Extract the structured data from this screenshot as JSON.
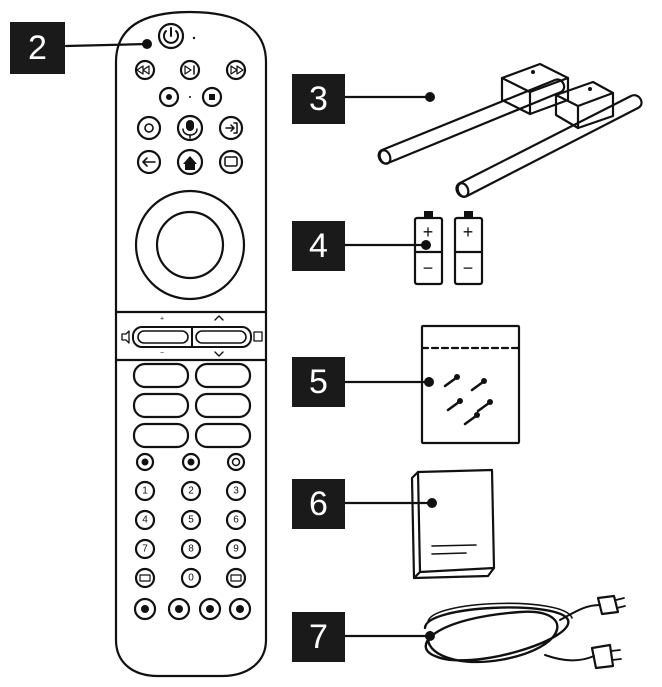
{
  "callouts": {
    "remote": "2",
    "stand": "3",
    "batteries": "4",
    "screws": "5",
    "manual": "6",
    "power_cord": "7"
  },
  "remote": {
    "number_keys": [
      "1",
      "2",
      "3",
      "4",
      "5",
      "6",
      "7",
      "8",
      "9"
    ],
    "zero_key": "0",
    "volume_plus": "+",
    "volume_minus": "−",
    "battery_plus": "+",
    "battery_minus": "−"
  },
  "colors": {
    "ink": "#1a1a1a",
    "background": "#ffffff"
  }
}
